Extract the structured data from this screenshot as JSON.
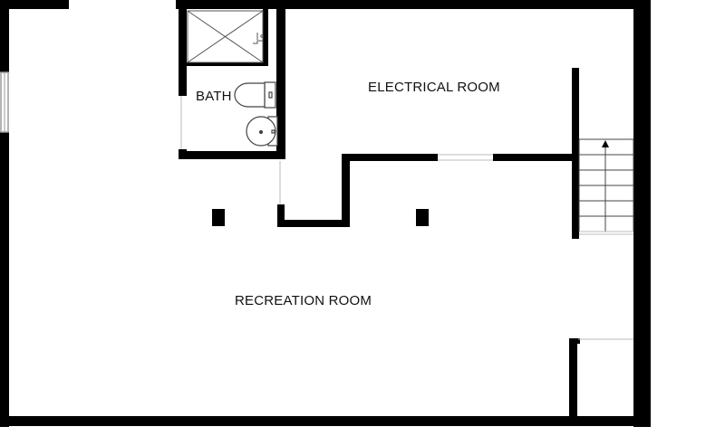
{
  "rooms": {
    "bath": "BATH",
    "electrical": "ELECTRICAL ROOM",
    "recreation": "RECREATION ROOM"
  },
  "colors": {
    "wall": "#000000",
    "floor": "#ffffff",
    "fixture_line": "#555555",
    "window": "#9a9a9a"
  },
  "icons": {
    "stairs_arrow": "up-arrow"
  }
}
